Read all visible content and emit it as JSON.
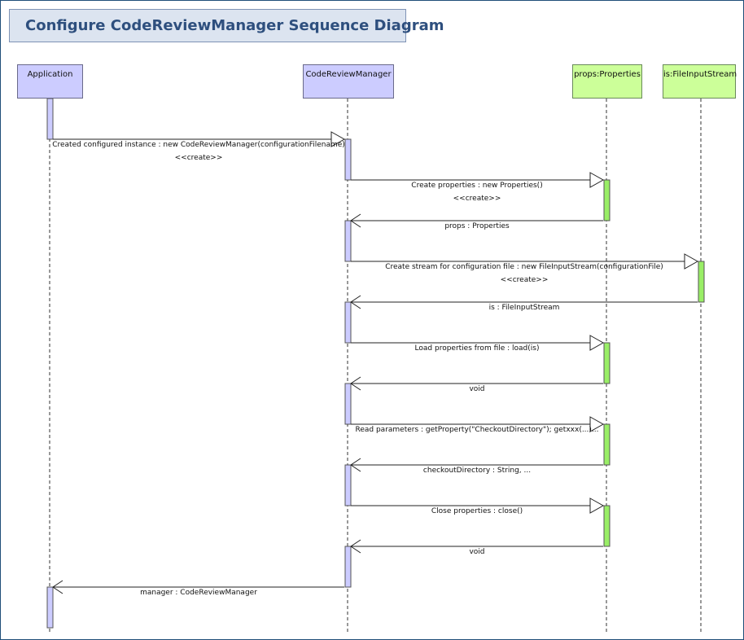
{
  "title": "Configure CodeReviewManager Sequence Diagram",
  "colors": {
    "frame": "#1f4e79",
    "title_bg": "#dce4f0",
    "title_text": "#2e4f7e",
    "lifeline_blue": "#ccccff",
    "lifeline_green": "#ccff99",
    "activation_blue": "#ccccff",
    "activation_green": "#99ee66"
  },
  "participants": [
    {
      "id": "app",
      "label": "Application",
      "color": "blue"
    },
    {
      "id": "crm",
      "label": "CodeReviewManager",
      "color": "blue"
    },
    {
      "id": "props",
      "label": "props:Properties",
      "color": "green"
    },
    {
      "id": "is",
      "label": "is:FileInputStream",
      "color": "green"
    }
  ],
  "messages": [
    {
      "from": "app",
      "to": "crm",
      "kind": "create",
      "label": "Created configured instance : new CodeReviewManager(configurationFilename)",
      "stereotype": "<<create>>"
    },
    {
      "from": "crm",
      "to": "props",
      "kind": "create",
      "label": "Create properties : new Properties()",
      "stereotype": "<<create>>"
    },
    {
      "from": "props",
      "to": "crm",
      "kind": "return",
      "label": "props : Properties"
    },
    {
      "from": "crm",
      "to": "is",
      "kind": "create",
      "label": "Create stream for configuration file : new FileInputStream(configurationFile)",
      "stereotype": "<<create>>"
    },
    {
      "from": "is",
      "to": "crm",
      "kind": "return",
      "label": "is : FileInputStream"
    },
    {
      "from": "crm",
      "to": "props",
      "kind": "call",
      "label": "Load properties from file : load(is)"
    },
    {
      "from": "props",
      "to": "crm",
      "kind": "return",
      "label": "void"
    },
    {
      "from": "crm",
      "to": "props",
      "kind": "call",
      "label": "Read parameters : getProperty(\"CheckoutDirectory\"); getxxx(...)..."
    },
    {
      "from": "props",
      "to": "crm",
      "kind": "return",
      "label": "checkoutDirectory : String, ..."
    },
    {
      "from": "crm",
      "to": "props",
      "kind": "call",
      "label": "Close properties : close()"
    },
    {
      "from": "props",
      "to": "crm",
      "kind": "return",
      "label": "void"
    },
    {
      "from": "crm",
      "to": "app",
      "kind": "return",
      "label": "manager : CodeReviewManager"
    }
  ]
}
